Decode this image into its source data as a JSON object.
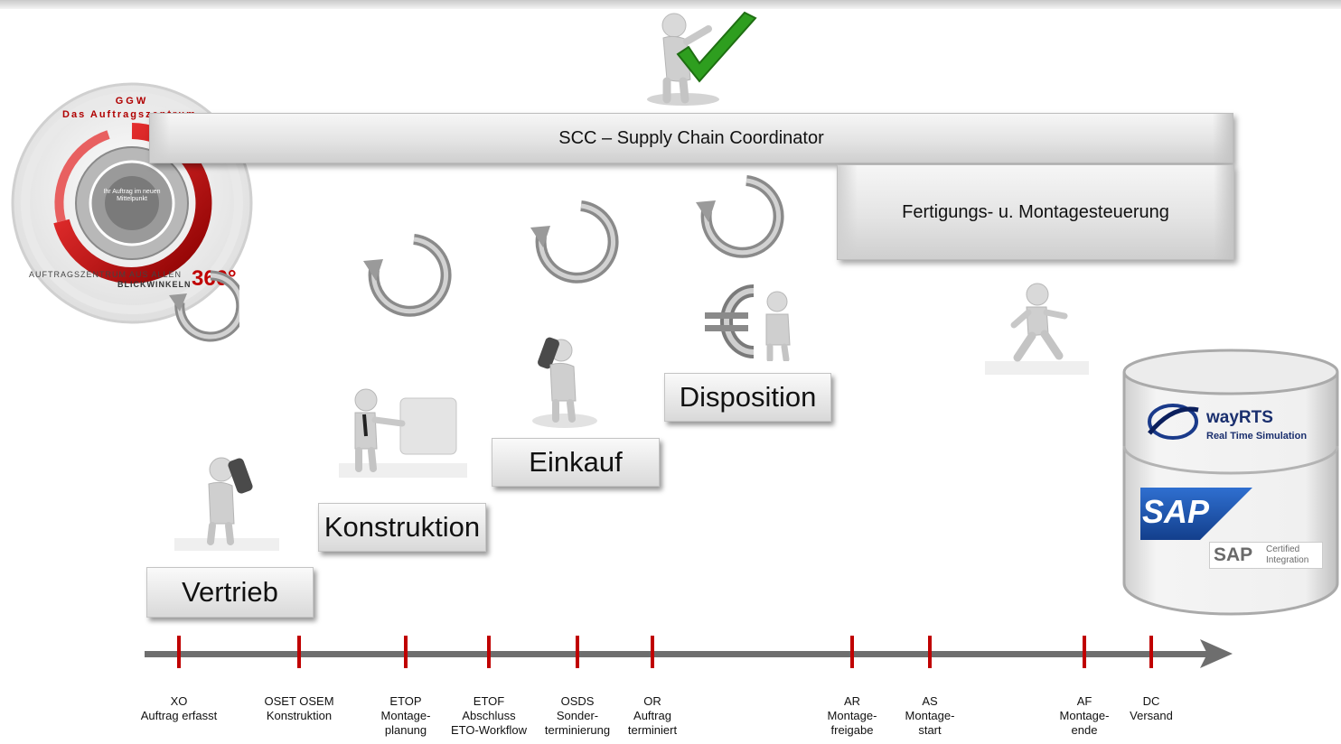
{
  "logo": {
    "line1": "GGW",
    "line2": "Das Auftragszentrum.",
    "ring_text": "Ihr Auftrag im neuen Mittelpunkt",
    "tagline_line1": "AUFTRAGSZENTRUM AUS ALLEN",
    "tagline_line2": "BLICKWINKELN",
    "badge": "360°"
  },
  "scc_bar": {
    "label": "SCC – Supply Chain Coordinator"
  },
  "fertigung_box": {
    "label": "Fertigungs- u. Montagesteuerung"
  },
  "stages": {
    "vertrieb": "Vertrieb",
    "konstruktion": "Konstruktion",
    "einkauf": "Einkauf",
    "disposition": "Disposition"
  },
  "database": {
    "wayrts_name": "wayRTS",
    "wayrts_sub": "Real Time Simulation",
    "sap_logo": "SAP",
    "sap_cert_logo": "SAP",
    "sap_cert_line1": "Certified",
    "sap_cert_line2": "Integration"
  },
  "timeline": [
    {
      "code": "XO",
      "line1": "Auftrag erfasst",
      "line2": ""
    },
    {
      "code": "OSET OSEM",
      "line1": "Konstruktion",
      "line2": ""
    },
    {
      "code": "ETOP",
      "line1": "Montage-",
      "line2": "planung"
    },
    {
      "code": "ETOF",
      "line1": "Abschluss",
      "line2": "ETO-Workflow"
    },
    {
      "code": "OSDS",
      "line1": "Sonder-",
      "line2": "terminierung"
    },
    {
      "code": "OR",
      "line1": "Auftrag",
      "line2": "terminiert"
    },
    {
      "code": "AR",
      "line1": "Montage-",
      "line2": "freigabe"
    },
    {
      "code": "AS",
      "line1": "Montage-",
      "line2": "start"
    },
    {
      "code": "AF",
      "line1": "Montage-",
      "line2": "ende"
    },
    {
      "code": "DC",
      "line1": "Versand",
      "line2": ""
    }
  ],
  "colors": {
    "accent_red": "#c00000",
    "check_green": "#2e9e1f",
    "arrow_gray": "#6e6e6e",
    "sap_blue": "#1a4aa8"
  }
}
